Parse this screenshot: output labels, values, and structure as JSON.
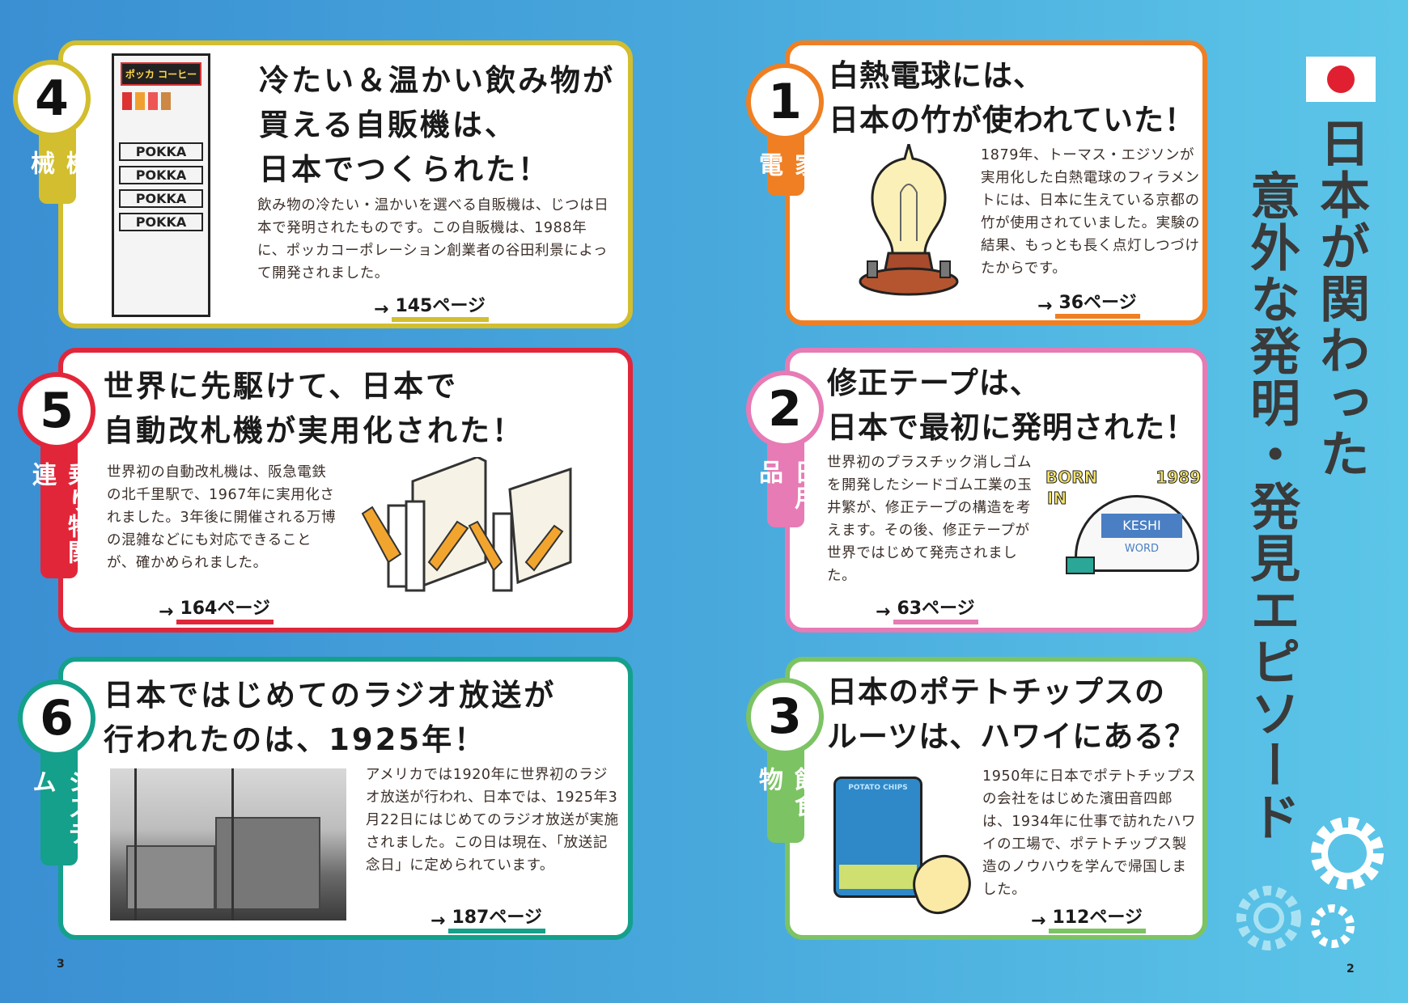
{
  "title": {
    "line1": "日本が関わった",
    "line2": "意外な発明・発見エピソード"
  },
  "page_numbers": {
    "left": "3",
    "right": "2"
  },
  "cards": {
    "c4": {
      "number": "4",
      "category": "機械",
      "color": "#d2be2e",
      "headline": [
        "冷たい＆温かい飲み物が",
        "買える自販機は、",
        "日本でつくられた！"
      ],
      "body": "飲み物の冷たい・温かいを選べる自販機は、じつは日本で発明されたものです。この自販機は、1988年に、ポッカコーポレーション創業者の谷田利景によって開発されました。",
      "page_ref": "145ページ",
      "arrow": "→",
      "machine_brand": "ポッカ コーヒー",
      "machine_labels": [
        "POKKA",
        "POKKA",
        "POKKA",
        "POKKA"
      ]
    },
    "c1": {
      "number": "1",
      "category": "家電",
      "color": "#ef7f22",
      "headline": [
        "白熱電球には、",
        "日本の竹が使われていた！"
      ],
      "body": "1879年、トーマス・エジソンが実用化した白熱電球のフィラメントには、日本に生えている京都の竹が使用されていました。実験の結果、もっとも長く点灯しつづけたからです。",
      "page_ref": "36ページ",
      "arrow": "→"
    },
    "c5": {
      "number": "5",
      "category": "乗り物関連",
      "color": "#e2263a",
      "headline": [
        "世界に先駆けて、日本で",
        "自動改札機が実用化された！"
      ],
      "body": "世界初の自動改札機は、阪急電鉄の北千里駅で、1967年に実用化されました。3年後に開催される万博の混雑などにも対応できることが、確かめられました。",
      "page_ref": "164ページ",
      "arrow": "→"
    },
    "c2": {
      "number": "2",
      "category": "日用品",
      "color": "#e67bb5",
      "headline": [
        "修正テープは、",
        "日本で最初に発明された！"
      ],
      "body": "世界初のプラスチック消しゴムを開発したシードゴム工業の玉井繁が、修正テープの構造を考えます。その後、修正テープが世界ではじめて発売されました。",
      "page_ref": "63ページ",
      "arrow": "→",
      "tape_labels": {
        "born": "BORN",
        "in": "IN",
        "year": "1989",
        "brand": "KESHI",
        "word": "WORD"
      }
    },
    "c6": {
      "number": "6",
      "category": "システム",
      "color": "#14a08a",
      "headline": [
        "日本ではじめてのラジオ放送が",
        "行われたのは、1925年！"
      ],
      "body": "アメリカでは1920年に世界初のラジオ放送が行われ、日本では、1925年3月22日にはじめてのラジオ放送が実施されました。この日は現在、「放送記念日」に定められています。",
      "page_ref": "187ページ",
      "arrow": "→"
    },
    "c3": {
      "number": "3",
      "category": "飲食物",
      "color": "#7cc364",
      "headline": [
        "日本のポテトチップスの",
        "ルーツは、ハワイにある？"
      ],
      "body": "1950年に日本でポテトチップスの会社をはじめた濱田音四郎は、1934年に仕事で訪れたハワイの工場で、ポテトチップス製造のノウハウを学んで帰国しました。",
      "page_ref": "112ページ",
      "arrow": "→",
      "can_label": "POTATO CHIPS"
    }
  }
}
